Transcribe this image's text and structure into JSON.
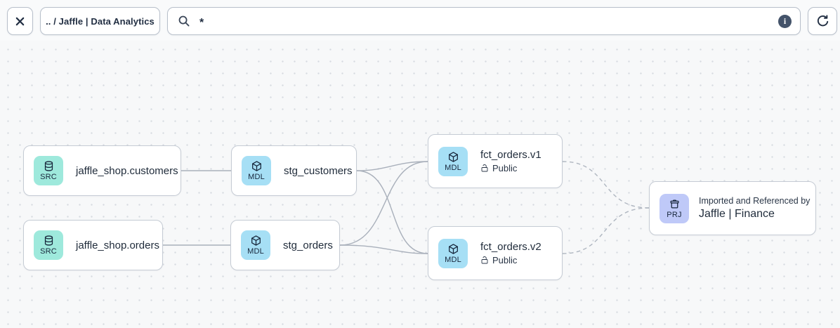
{
  "toolbar": {
    "breadcrumb": ".. / Jaffle | Data Analytics",
    "search_value": "*",
    "info_glyph": "i",
    "icons": [
      "close-icon",
      "search-icon",
      "info-icon",
      "refresh-icon"
    ]
  },
  "nodes": {
    "src_customers": {
      "type_label": "SRC",
      "title": "jaffle_shop.customers"
    },
    "src_orders": {
      "type_label": "SRC",
      "title": "jaffle_shop.orders"
    },
    "stg_customers": {
      "type_label": "MDL",
      "title": "stg_customers"
    },
    "stg_orders": {
      "type_label": "MDL",
      "title": "stg_orders"
    },
    "fct_orders_v1": {
      "type_label": "MDL",
      "title": "fct_orders.v1",
      "access": "Public"
    },
    "fct_orders_v2": {
      "type_label": "MDL",
      "title": "fct_orders.v2",
      "access": "Public"
    },
    "prj_finance": {
      "type_label": "PRJ",
      "subtitle": "Imported and Referenced by",
      "title": "Jaffle | Finance"
    }
  },
  "edges": [
    {
      "from": "jaffle_shop.customers",
      "to": "stg_customers",
      "style": "solid"
    },
    {
      "from": "jaffle_shop.orders",
      "to": "stg_orders",
      "style": "solid"
    },
    {
      "from": "stg_customers",
      "to": "fct_orders.v1",
      "style": "solid"
    },
    {
      "from": "stg_customers",
      "to": "fct_orders.v2",
      "style": "solid"
    },
    {
      "from": "stg_orders",
      "to": "fct_orders.v1",
      "style": "solid"
    },
    {
      "from": "stg_orders",
      "to": "fct_orders.v2",
      "style": "solid"
    },
    {
      "from": "fct_orders.v1",
      "to": "Jaffle | Finance",
      "style": "dashed"
    },
    {
      "from": "fct_orders.v2",
      "to": "Jaffle | Finance",
      "style": "dashed"
    }
  ],
  "colors": {
    "canvas_bg": "#F7F8F9",
    "dot": "#D7DBE1",
    "node_border": "#C5CBD4",
    "text": "#1F2B3A",
    "src_tile": "#9EE9DC",
    "mdl_tile": "#A6DFF5",
    "prj_tile": "#BFC9F8",
    "edge": "#A9B0BB",
    "info_circle": "#44536A"
  }
}
